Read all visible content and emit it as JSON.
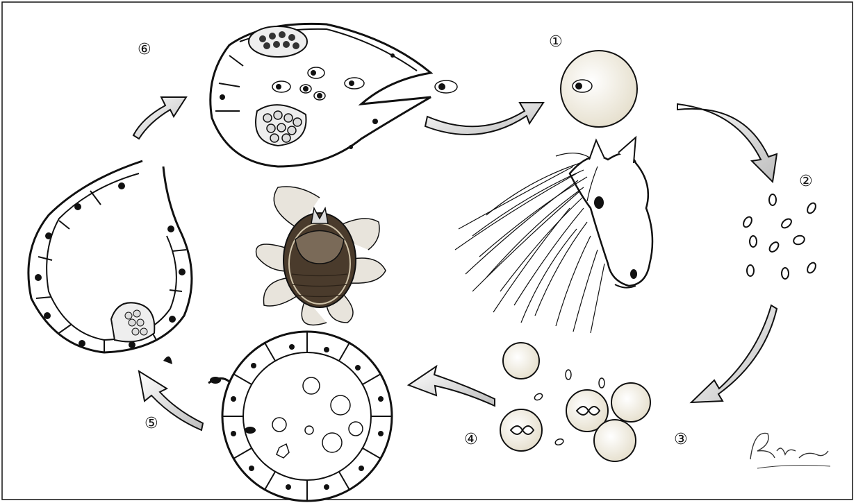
{
  "steps": [
    {
      "number": "1",
      "label": "①"
    },
    {
      "number": "2",
      "label": "②"
    },
    {
      "number": "3",
      "label": "③"
    },
    {
      "number": "4",
      "label": "④"
    },
    {
      "number": "5",
      "label": "⑤"
    },
    {
      "number": "6",
      "label": "⑥"
    }
  ],
  "signature": "Raphael Zafrola",
  "colors": {
    "ink": "#111111",
    "cell_fill": "#f2f2f2",
    "egg_fill": "#f1ede0",
    "arrow_fill": "#e6e6e6",
    "tick_body": "#4a3b2c",
    "tick_legs": "#e8e4dc"
  }
}
